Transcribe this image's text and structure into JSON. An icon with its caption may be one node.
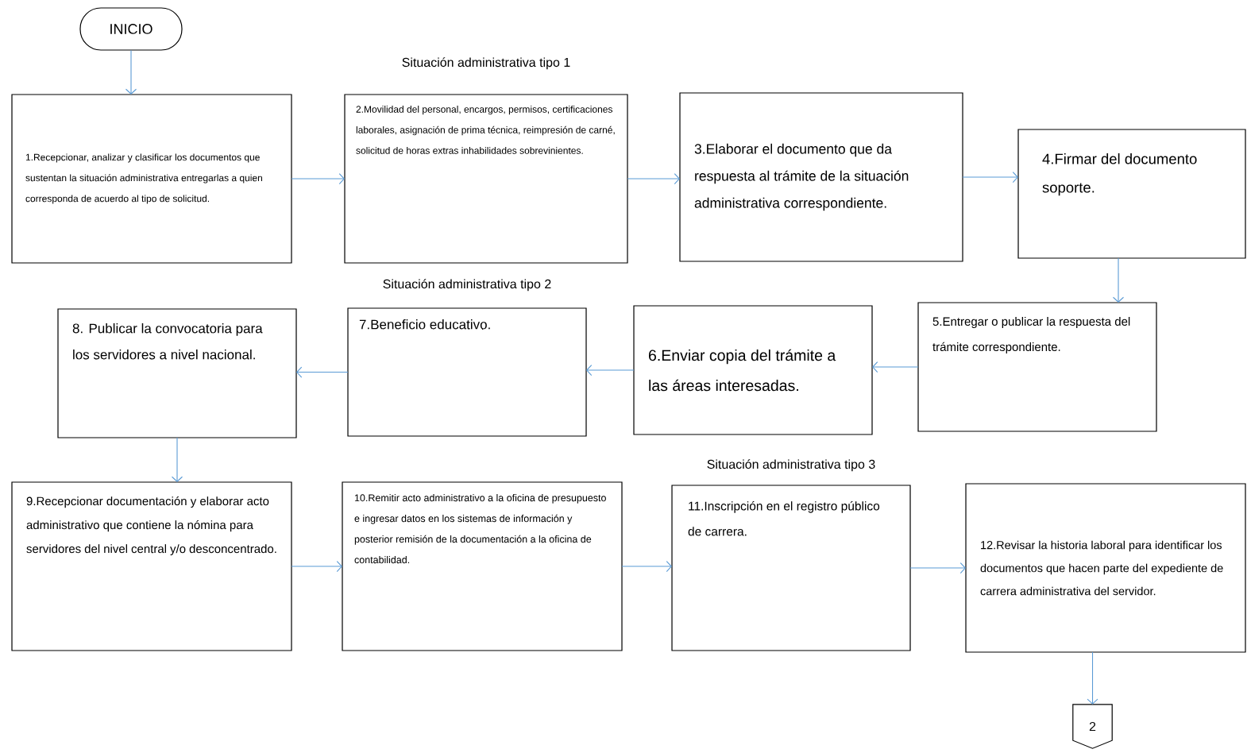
{
  "diagram": {
    "nodes": [
      {
        "text": [
          "INICIO"
        ]
      },
      {
        "text": [
          "1.Recepcionar, analizar y clasificar los documentos que sustentan la situación administrativa entregarlas a quien corresponda de acuerdo al tipo de solicitud."
        ]
      },
      {
        "text": [
          "Situación administrativa tipo 1",
          "2.Movilidad del personal, encargos, permisos, certificaciones laborales, asignación de prima técnica, reimpresión de carné, solicitud de horas extras inhabilidades sobrevinientes."
        ]
      },
      {
        "text": [
          "3.Elaborar el documento que da respuesta al trámite de la situación administrativa correspondiente."
        ]
      },
      {
        "text": [
          "4.Firmar del documento soporte."
        ]
      },
      {
        "text": [
          "5.Entregar o publicar la respuesta del trámite correspondiente."
        ]
      },
      {
        "text": [
          "6.Enviar copia del trámite a las áreas interesadas."
        ]
      },
      {
        "text": [
          "Situación administrativa tipo 2",
          "7.Beneficio educativo."
        ]
      },
      {
        "text": [
          "8. Publicar la convocatoria para los servidores a nivel nacional."
        ]
      },
      {
        "text": [
          "9.Recepcionar documentación y elaborar acto administrativo que contiene la nómina para servidores del nivel central y/o desconcentrado."
        ]
      },
      {
        "text": [
          "10.Remitir acto administrativo a la oficina de presupuesto e ingresar datos en los sistemas de información y posterior remisión de la documentación a la oficina de contabilidad."
        ]
      },
      {
        "text": [
          "Situación administrativa tipo 3",
          "11.Inscripción en el registro público de carrera."
        ]
      },
      {
        "text": [
          "12.Revisar la historia laboral para identificar los documentos que hacen parte del expediente de carrera administrativa del servidor."
        ]
      },
      {
        "text": [
          "2"
        ]
      }
    ],
    "edges": [
      {
        "from": 0,
        "to": 1,
        "arrow": "to"
      },
      {
        "from": 1,
        "to": 2,
        "arrow": "to"
      },
      {
        "from": 2,
        "to": 3,
        "arrow": "to"
      },
      {
        "from": 3,
        "to": 4,
        "arrow": "to"
      },
      {
        "from": 4,
        "to": 5,
        "arrow": "to"
      },
      {
        "from": 5,
        "to": 6,
        "arrow": "to"
      },
      {
        "from": 6,
        "to": 7,
        "arrow": "to"
      },
      {
        "from": 7,
        "to": 8,
        "arrow": "to"
      },
      {
        "from": 8,
        "to": 9,
        "arrow": "to"
      },
      {
        "from": 9,
        "to": 10,
        "arrow": "to"
      },
      {
        "from": 10,
        "to": 11,
        "arrow": "to"
      },
      {
        "from": 11,
        "to": 12,
        "arrow": "to"
      },
      {
        "from": 12,
        "to": 13,
        "arrow": "to"
      }
    ]
  }
}
